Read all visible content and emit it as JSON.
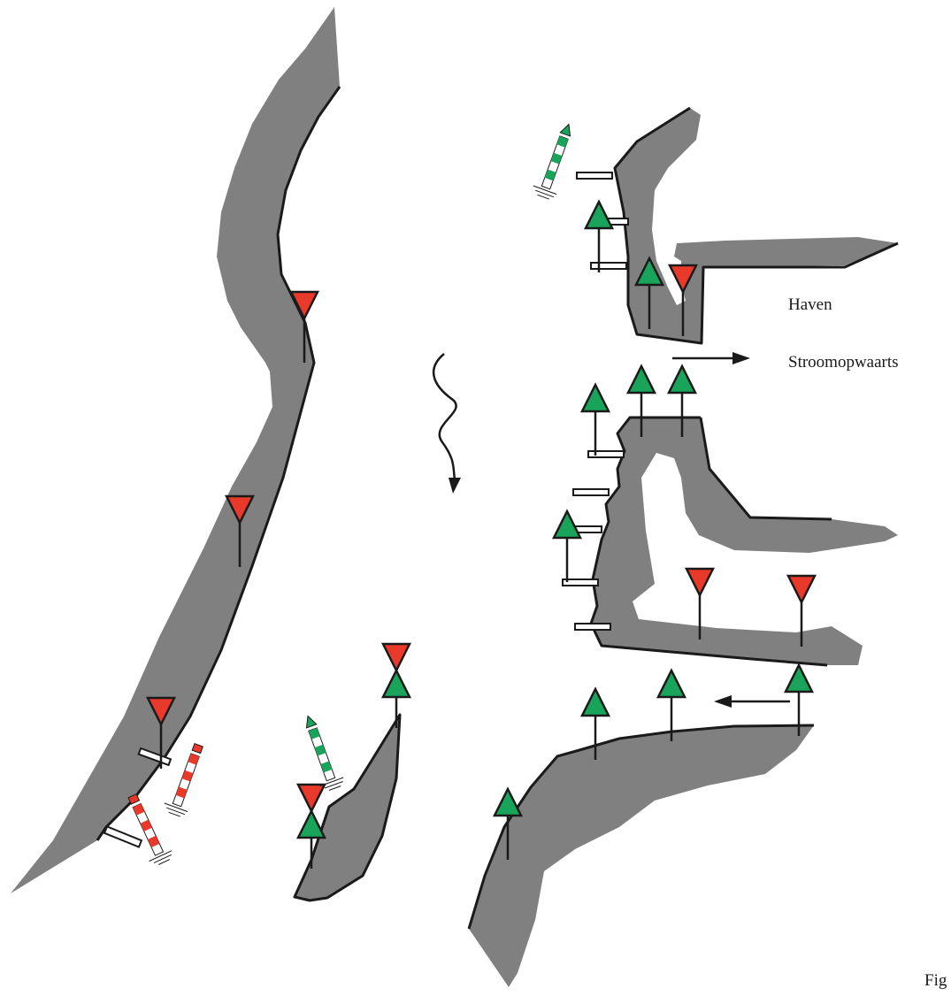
{
  "labels": {
    "haven": "Haven",
    "stroomopwaarts": "Stroomopwaarts",
    "figure_fragment": "Fig"
  },
  "colors": {
    "land": "#808080",
    "bank_line": "#1a1a1a",
    "red_mark": "#e8392a",
    "green_mark": "#1aa35a",
    "water": "#ffffff"
  },
  "icons": {
    "current_arrow": "wavy-arrow-icon",
    "direction_arrow": "arrow-icon",
    "red_sign": "red-triangle-down-sign-icon",
    "green_sign": "green-triangle-up-sign-icon",
    "buoy": "striped-spar-buoy-icon"
  }
}
